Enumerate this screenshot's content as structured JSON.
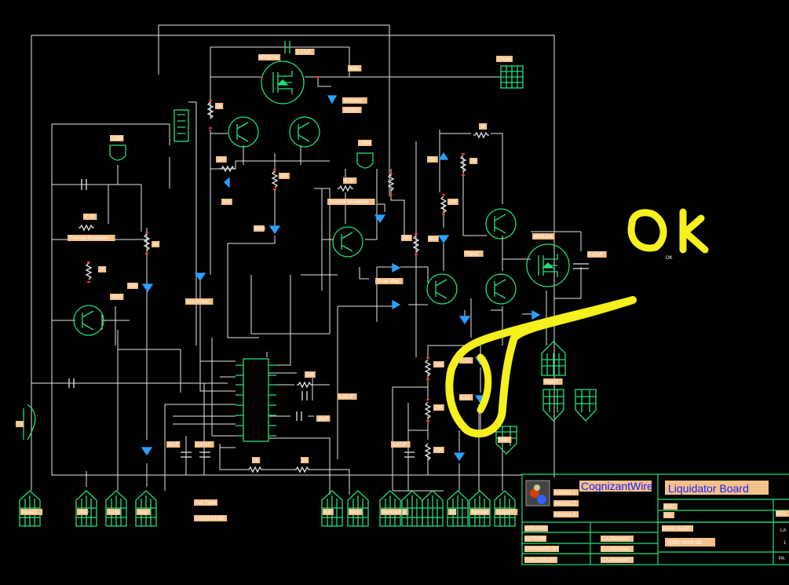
{
  "annotation": {
    "text": "OK",
    "color": "#f5f01e"
  },
  "colors": {
    "wire": "#e6e6e6",
    "component": "#22e07a",
    "pin": "#ff3030",
    "label_bg": "#f5c18a",
    "led": "#2aa0ff",
    "background": "#000000"
  },
  "labels": {
    "ic1_part": "4P03104",
    "cap_top": "0.47uF",
    "main": "Main",
    "schottky": "Schottky",
    "schottky_part": "1N5821",
    "choke": "Choke",
    "r_1k_a": "1K",
    "lm34_left": "LM34",
    "lm34_mid": "LM34",
    "r_47k_a": "4.7K",
    "thermal_a": "Thermal Shutdown",
    "r_1k_b": "1K",
    "red": "RED",
    "r_1k_c": "1K",
    "r_15v": "15V",
    "z_15v": "15V",
    "r_100_a": "100",
    "grn": "GRN",
    "vcc_power": "Vcc Power",
    "r_47k_b": "4.7K",
    "thermal_b": "Thermal Shutdown",
    "three_way": "Three Way",
    "r_100_b": "100",
    "r_1k_d": "1K",
    "r_15v_b": "15V",
    "blu": "BLU",
    "r_100_c": "100",
    "reject_a": "Reject",
    "ic2_part": "4P03104",
    "cap_right": "0.47uF",
    "r_1k_e": "1K",
    "r_22k": "22K",
    "c_001": "0.01uF",
    "c_10uf": "10uF",
    "r_10k_a": "10K",
    "r_10k_b": "10K",
    "r_10k_c": "10K",
    "z_1": "5.1Z",
    "z_2": "5.1Z",
    "c_47uf": "47uF",
    "c_047a": "0.47uF",
    "c_047b": "0.47uF",
    "r_1k_f": "1K",
    "r_1k_g": "1K",
    "ic_cap": "3300",
    "reject_b": "Reject",
    "main_b": "Main",
    "full_cycle": "Full Cycle",
    "liquidator_lbl": "LIQUIDATOR",
    "t_label": "T1"
  },
  "connectors": [
    "Input/O",
    "GND",
    "Temp",
    "Stop",
    "Ind",
    "Stop",
    "RemotePot",
    "",
    "",
    "EC",
    "Remote",
    "OutputV"
  ],
  "title_block": {
    "company": "CognizantWire",
    "addresses": [
      "Address 1",
      "Address 2",
      "Address 3"
    ],
    "title": "Liquidator Board",
    "doc_label": "DOC",
    "no_label": "NO.",
    "page_name_label": "PAGE NAME",
    "doc_number": "0000-0000-00",
    "rev_label": "REV.",
    "created_label": "CREATED",
    "author_label": "AUTHOR",
    "approved_label": "APPROVED BY",
    "checked_label": "CHECKED BY",
    "author": "C.A.Pennock",
    "approved": "C.A.Pennock",
    "checked": "C.A.Pennock",
    "side_labels": [
      "LA",
      "1",
      "PA"
    ]
  }
}
